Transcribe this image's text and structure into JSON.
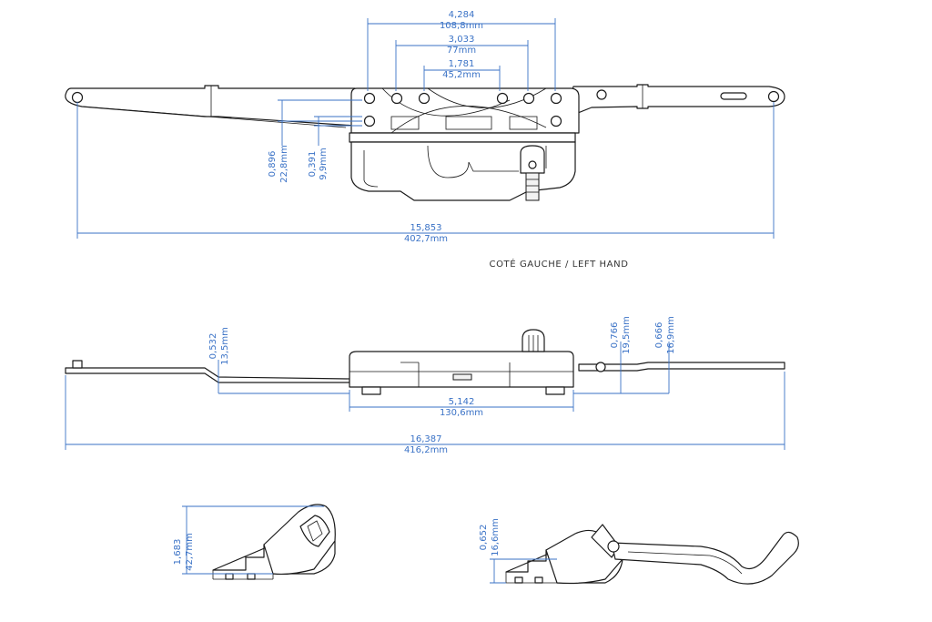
{
  "caption": "COTÉ GAUCHE / LEFT HAND",
  "top_view": {
    "dims": {
      "d4284": {
        "in": "4,284",
        "mm": "108,8mm"
      },
      "d3033": {
        "in": "3,033",
        "mm": "77mm"
      },
      "d1781": {
        "in": "1,781",
        "mm": "45,2mm"
      },
      "d0896": {
        "in": "0,896",
        "mm": "22,8mm"
      },
      "d0391": {
        "in": "0,391",
        "mm": "9,9mm"
      },
      "d15853": {
        "in": "15,853",
        "mm": "402,7mm"
      }
    }
  },
  "side_view": {
    "dims": {
      "d0532": {
        "in": "0,532",
        "mm": "13,5mm"
      },
      "d0766": {
        "in": "0,766",
        "mm": "19,5mm"
      },
      "d0666": {
        "in": "0,666",
        "mm": "16,9mm"
      },
      "d5142": {
        "in": "5,142",
        "mm": "130,6mm"
      },
      "d16387": {
        "in": "16,387",
        "mm": "416,2mm"
      }
    }
  },
  "detail_views": {
    "d1683": {
      "in": "1,683",
      "mm": "42,7mm"
    },
    "d0652": {
      "in": "0,652",
      "mm": "16,6mm"
    }
  },
  "colors": {
    "dimension": "#3a72c6",
    "outline": "#1a1a1a",
    "background": "#ffffff"
  }
}
